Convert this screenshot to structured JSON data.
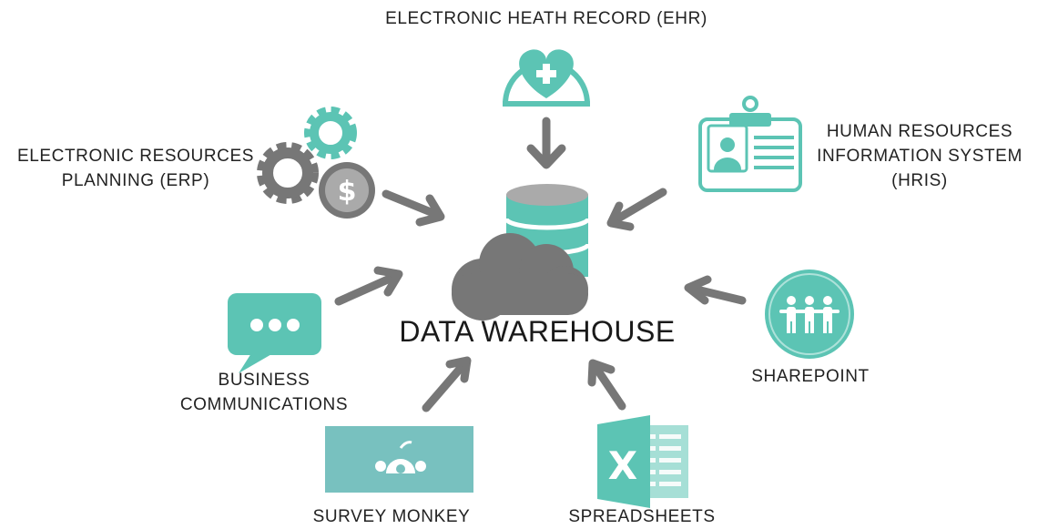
{
  "center": {
    "label": "DATA WAREHOUSE"
  },
  "sources": {
    "ehr": {
      "label": "ELECTRONIC HEATH RECORD (EHR)",
      "icon": "heart-cross-icon"
    },
    "erp": {
      "lines": [
        "ELECTRONIC RESOURCES",
        "PLANNING (ERP)"
      ],
      "icon": "gears-dollar-icon"
    },
    "hris": {
      "lines": [
        "HUMAN RESOURCES",
        "INFORMATION SYSTEM",
        "(HRIS)"
      ],
      "icon": "id-badge-icon"
    },
    "sharepoint": {
      "label": "SHAREPOINT",
      "icon": "people-circle-icon"
    },
    "business_comms": {
      "lines": [
        "BUSINESS",
        "COMMUNICATIONS"
      ],
      "icon": "chat-bubble-icon"
    },
    "survey_monkey": {
      "label": "SURVEY MONKEY",
      "icon": "survey-monkey-logo-icon"
    },
    "spreadsheets": {
      "label": "SPREADSHEETS",
      "icon": "excel-icon"
    }
  },
  "colors": {
    "teal": "#5cc4b4",
    "gray": "#777777",
    "light_gray": "#aaaaaa",
    "text": "#222222"
  }
}
